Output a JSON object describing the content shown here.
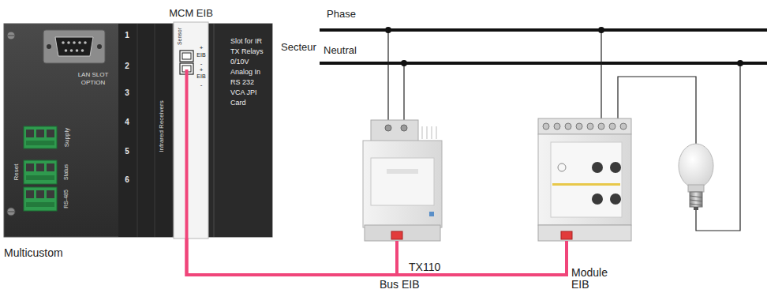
{
  "diagram": {
    "nodes": [
      {
        "text": [
          "Multicustom"
        ]
      },
      {
        "text": [
          "MCM EIB",
          "Sensor",
          "+",
          "EIB",
          "-",
          "+",
          "EIB",
          "-"
        ],
        "in": 0
      },
      {
        "text": [
          "Slot for IR TX Relays 0/10V Analog In RS 232 VCA JPI Card"
        ],
        "in": 0
      },
      {
        "text": [
          "TX110"
        ]
      },
      {
        "text": [
          "Module EIB"
        ]
      }
    ],
    "edges": [
      {
        "from": 1,
        "to": 3,
        "arrow": "none",
        "label": "Bus EIB"
      },
      {
        "from": 1,
        "to": 4,
        "arrow": "none"
      }
    ],
    "labels": [
      "1",
      "2",
      "3",
      "4",
      "5",
      "6",
      "LAN SLOT OPTION",
      "Supply",
      "Reset",
      "Status",
      "RS-485",
      "Infrared Receivers",
      "Phase",
      "Secteur",
      "Neutral"
    ]
  }
}
